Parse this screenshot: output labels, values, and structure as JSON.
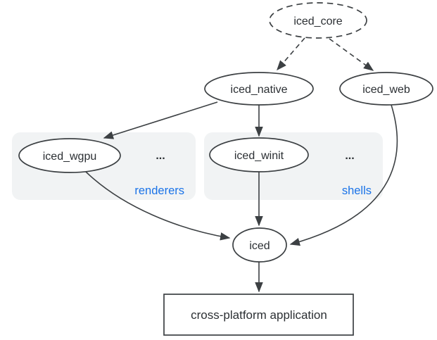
{
  "diagram": {
    "nodes": {
      "iced_core": {
        "label": "iced_core",
        "shape": "ellipse",
        "border": "dashed"
      },
      "iced_native": {
        "label": "iced_native",
        "shape": "ellipse",
        "border": "solid"
      },
      "iced_web": {
        "label": "iced_web",
        "shape": "ellipse",
        "border": "solid"
      },
      "iced_wgpu": {
        "label": "iced_wgpu",
        "shape": "ellipse",
        "border": "solid"
      },
      "iced_winit": {
        "label": "iced_winit",
        "shape": "ellipse",
        "border": "solid"
      },
      "iced": {
        "label": "iced",
        "shape": "ellipse",
        "border": "solid"
      },
      "application": {
        "label": "cross-platform application",
        "shape": "rectangle",
        "border": "solid"
      }
    },
    "groups": {
      "renderers": {
        "label": "renderers",
        "ellipsis": "...",
        "contains": [
          "iced_wgpu"
        ]
      },
      "shells": {
        "label": "shells",
        "ellipsis": "...",
        "contains": [
          "iced_winit"
        ]
      }
    },
    "edges": [
      {
        "from": "iced_core",
        "to": "iced_native",
        "style": "dashed"
      },
      {
        "from": "iced_core",
        "to": "iced_web",
        "style": "dashed"
      },
      {
        "from": "iced_native",
        "to": "iced_wgpu",
        "style": "solid"
      },
      {
        "from": "iced_native",
        "to": "iced_winit",
        "style": "solid"
      },
      {
        "from": "iced_wgpu",
        "to": "iced",
        "style": "solid"
      },
      {
        "from": "iced_winit",
        "to": "iced",
        "style": "solid"
      },
      {
        "from": "iced_web",
        "to": "iced",
        "style": "solid"
      },
      {
        "from": "iced",
        "to": "application",
        "style": "solid"
      }
    ],
    "colors": {
      "stroke": "#3c4043",
      "text": "#2b2f33",
      "group_fill": "#f1f3f4",
      "group_label": "#1a73e8",
      "background": "#ffffff"
    }
  }
}
